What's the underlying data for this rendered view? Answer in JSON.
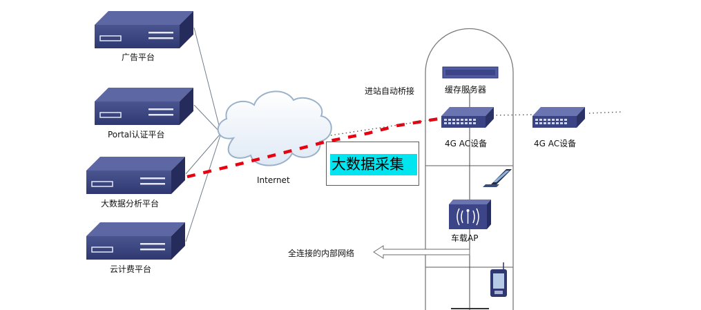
{
  "servers": [
    {
      "label": "广告平台"
    },
    {
      "label": "Portal认证平台"
    },
    {
      "label": "大数据分析平台"
    },
    {
      "label": "云计费平台"
    }
  ],
  "cloud": {
    "label": "Internet"
  },
  "big_data": {
    "label": "大数据采集"
  },
  "bridge": {
    "label": "进站自动桥接"
  },
  "cache_server": {
    "label": "缓存服务器"
  },
  "ac_inside": {
    "label": "4G AC设备"
  },
  "ac_outside": {
    "label": "4G AC设备"
  },
  "vehicle_ap": {
    "label": "车载AP"
  },
  "internal_network": {
    "label": "全连接的内部网络"
  },
  "colors": {
    "server_front": "#3f4a82",
    "server_top": "#56609a",
    "red_dash": "#e8000e",
    "highlight": "#00e5ef"
  }
}
